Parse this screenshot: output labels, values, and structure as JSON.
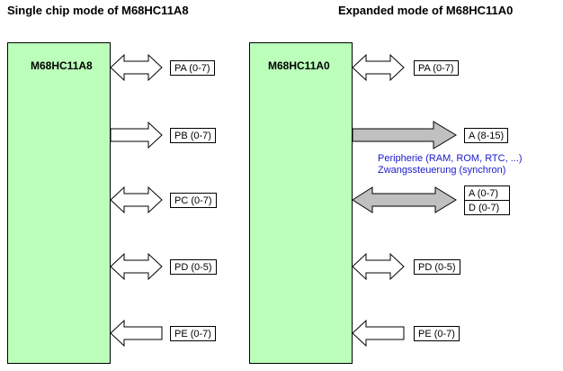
{
  "left": {
    "title": "Single chip mode of M68HC11A8",
    "chip": "M68HC11A8",
    "ports": [
      "PA (0-7)",
      "PB (0-7)",
      "PC (0-7)",
      "PD (0-5)",
      "PE (0-7)"
    ]
  },
  "right": {
    "title": "Expanded mode of M68HC11A0",
    "chip": "M68HC11A0",
    "ports": {
      "pa": "PA (0-7)",
      "addr_high": "A (8-15)",
      "addr_low": "A (0-7)",
      "data": "D (0-7)",
      "pd": "PD (0-5)",
      "pe": "PE (0-7)"
    },
    "notes": [
      "Peripherie (RAM, ROM, RTC, ...)",
      "Zwangssteuerung (synchron)"
    ]
  },
  "colors": {
    "chip_fill": "#bbffbb",
    "bus_arrow_fill": "#c0c0c0",
    "note_text": "#1a1acc"
  }
}
